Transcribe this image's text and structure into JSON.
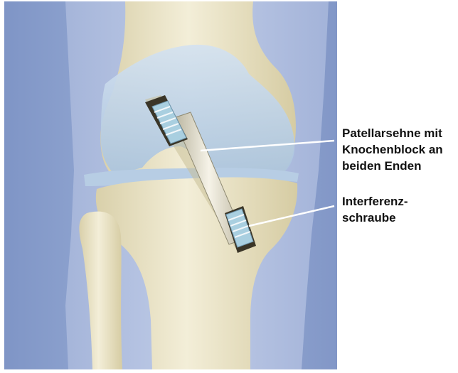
{
  "labels": {
    "graft": [
      "Patellarsehne mit",
      "Knochenblock an",
      "beiden Enden"
    ],
    "screw": [
      "Interferenz-",
      "schraube"
    ]
  },
  "colors": {
    "background_panel": "#8fa3cf",
    "bone": "#ece5c6",
    "cartilage": "#c5d7ea",
    "graft": "#e7e3d5",
    "screw": "#a9cfe0",
    "leader_line": "#ffffff",
    "label_text": "#111111"
  },
  "icons": [
    "knee-joint-illustration",
    "interference-screw-icon",
    "tendon-graft-icon"
  ]
}
